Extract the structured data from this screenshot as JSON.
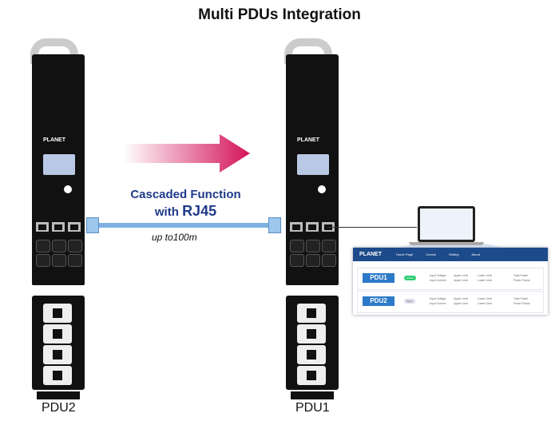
{
  "title": "Multi PDUs Integration",
  "pdus": [
    {
      "label": "PDU2",
      "logo": "PLANET"
    },
    {
      "label": "PDU1",
      "logo": "PLANET"
    }
  ],
  "connection": {
    "title_line1": "Cascaded Function",
    "title_line2_prefix": "with ",
    "title_line2_emph": "RJ45",
    "distance": "up to100m"
  },
  "colors": {
    "arrow": "#d4145a",
    "title_blue": "#1f3a8a",
    "cable": "#7fb0e0",
    "nav": "#1d4a8a"
  },
  "web_ui": {
    "brand": "PLANET",
    "nav": [
      "Home Page",
      "Control",
      "Setting",
      "About"
    ],
    "devices": [
      {
        "name": "PDU1",
        "status": "Online",
        "status_color": "#2ecc71",
        "labels": [
          "Input Voltage",
          "Upper Limit",
          "Lower Limit",
          "Total Power",
          "Input Current",
          "Upper Limit",
          "Lower Limit",
          "Power Factor"
        ]
      },
      {
        "name": "PDU2",
        "status": "Slave",
        "status_color": "#dde",
        "labels": [
          "Input Voltage",
          "Upper Limit",
          "Lower Limit",
          "Total Power",
          "Input Current",
          "Upper Limit",
          "Lower Limit",
          "Power Factor"
        ]
      }
    ]
  }
}
